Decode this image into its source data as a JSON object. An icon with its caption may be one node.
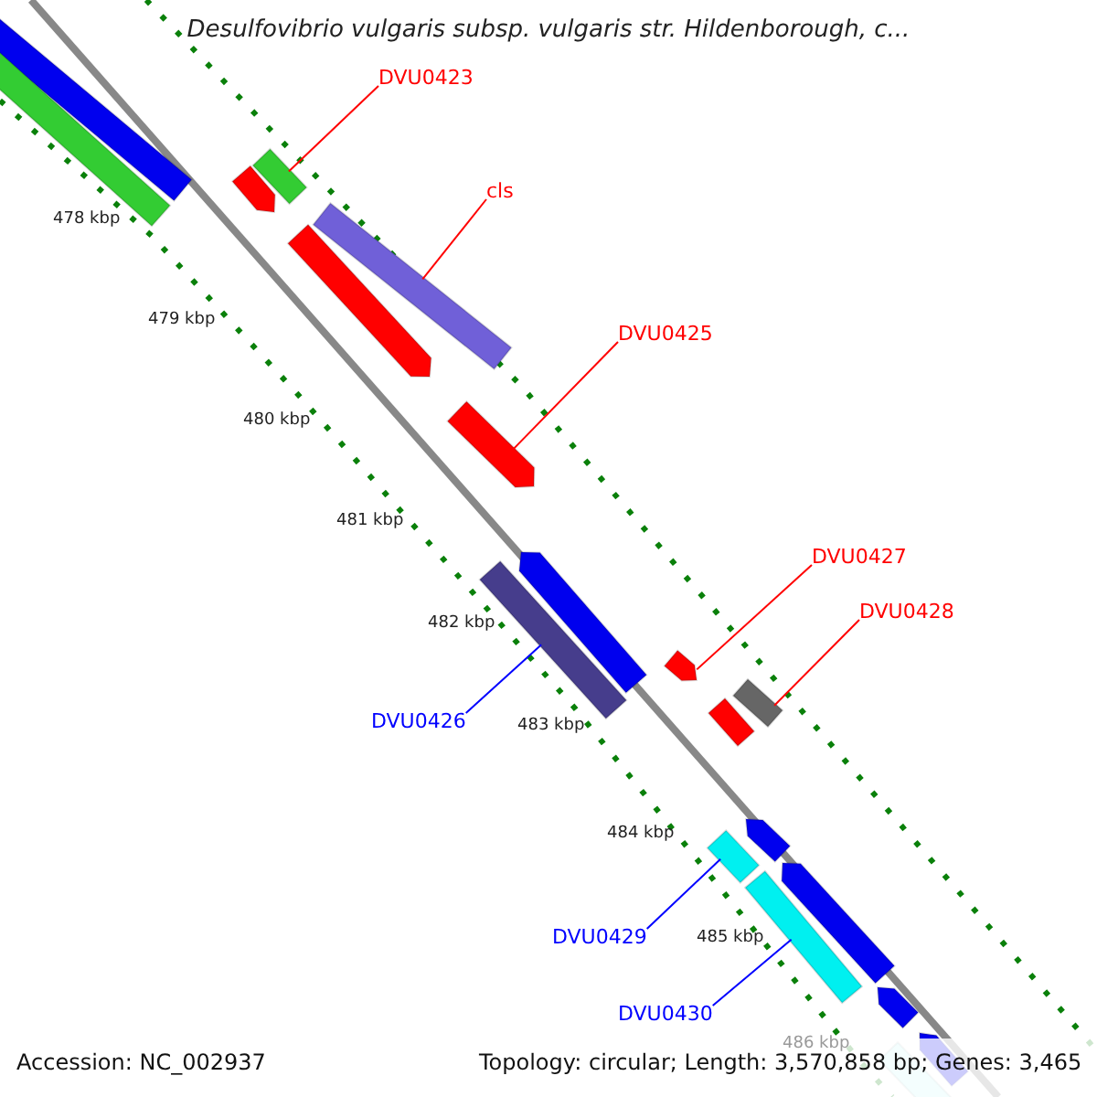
{
  "diagram": {
    "title": "Desulfovibrio vulgaris subsp. vulgaris str. Hildenborough, c...",
    "nodes": [
      {
        "text": [
          "DVU0423"
        ]
      },
      {
        "text": [
          "cls"
        ]
      },
      {
        "text": [
          "DVU0425"
        ]
      },
      {
        "text": [
          "DVU0426"
        ]
      },
      {
        "text": [
          "DVU0427"
        ]
      },
      {
        "text": [
          "DVU0428"
        ]
      },
      {
        "text": [
          "DVU0429"
        ]
      },
      {
        "text": [
          "DVU0430"
        ]
      },
      {
        "text": [],
        "shape": "bar"
      },
      {
        "text": [],
        "shape": "bar"
      },
      {
        "text": [],
        "shape": "bar"
      },
      {
        "text": [],
        "shape": "arrow"
      },
      {
        "text": [],
        "shape": "bar"
      },
      {
        "text": [],
        "shape": "arrow"
      },
      {
        "text": [],
        "shape": "arrow"
      },
      {
        "text": [],
        "shape": "arrow"
      },
      {
        "text": [],
        "shape": "bar"
      },
      {
        "text": [],
        "shape": "arrow"
      },
      {
        "text": [],
        "shape": "bar"
      },
      {
        "text": [],
        "shape": "bar"
      },
      {
        "text": [],
        "shape": "arrow"
      },
      {
        "text": [],
        "shape": "bar"
      },
      {
        "text": [],
        "shape": "arrow"
      },
      {
        "text": [],
        "shape": "bar"
      },
      {
        "text": [],
        "shape": "arrow"
      },
      {
        "text": [],
        "shape": "arrow"
      },
      {
        "text": [],
        "shape": "bar"
      }
    ],
    "edges": [
      {
        "from": 0,
        "to": 10,
        "arrow": "none",
        "color": "#ff0000"
      },
      {
        "from": 1,
        "to": 12,
        "arrow": "none",
        "color": "#ff0000"
      },
      {
        "from": 2,
        "to": 14,
        "arrow": "none",
        "color": "#ff0000"
      },
      {
        "from": 3,
        "to": 16,
        "arrow": "none",
        "color": "#0000ff"
      },
      {
        "from": 4,
        "to": 17,
        "arrow": "none",
        "color": "#ff0000"
      },
      {
        "from": 5,
        "to": 18,
        "arrow": "none",
        "color": "#ff0000"
      },
      {
        "from": 6,
        "to": 21,
        "arrow": "none",
        "color": "#0000ff"
      },
      {
        "from": 7,
        "to": 23,
        "arrow": "none",
        "color": "#0000ff"
      }
    ],
    "labels": [
      "478 kbp",
      "479 kbp",
      "480 kbp",
      "481 kbp",
      "482 kbp",
      "483 kbp",
      "484 kbp",
      "485 kbp",
      "486 kbp",
      "Accession: NC_002937",
      "Topology: circular; Length: 3,570,858 bp; Genes: 3,465"
    ]
  }
}
